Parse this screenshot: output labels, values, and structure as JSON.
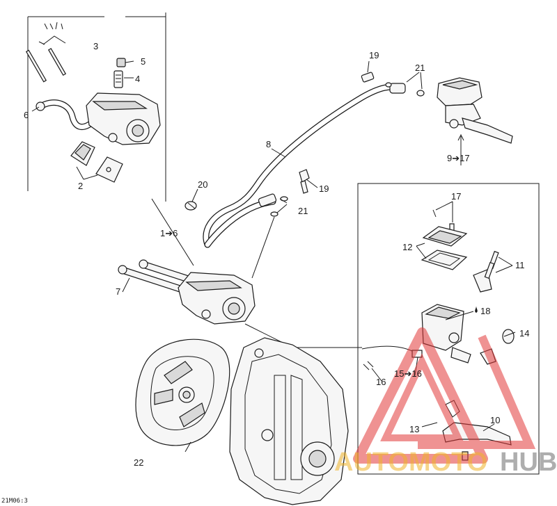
{
  "diagram": {
    "code": "21M06:3",
    "callouts": {
      "c1_6": "1➔6",
      "c2": "2",
      "c3": "3",
      "c4": "4",
      "c5": "5",
      "c6": "6",
      "c7": "7",
      "c8": "8",
      "c9_17": "9➔17",
      "c10": "10",
      "c11": "11",
      "c12": "12",
      "c13": "13",
      "c14": "14",
      "c15_16": "15➔16",
      "c16": "16",
      "c17": "17",
      "c18": "18",
      "c19a": "19",
      "c19b": "19",
      "c20": "20",
      "c21a": "21",
      "c21b": "21",
      "c22": "22"
    }
  },
  "watermark": {
    "brand_part1": "AUTOMOTO",
    "brand_part2": "HUB",
    "color_triangle": "#e23a3a",
    "color_brand_part1": "#f0b429",
    "color_brand_part2": "#8c8c8c"
  }
}
